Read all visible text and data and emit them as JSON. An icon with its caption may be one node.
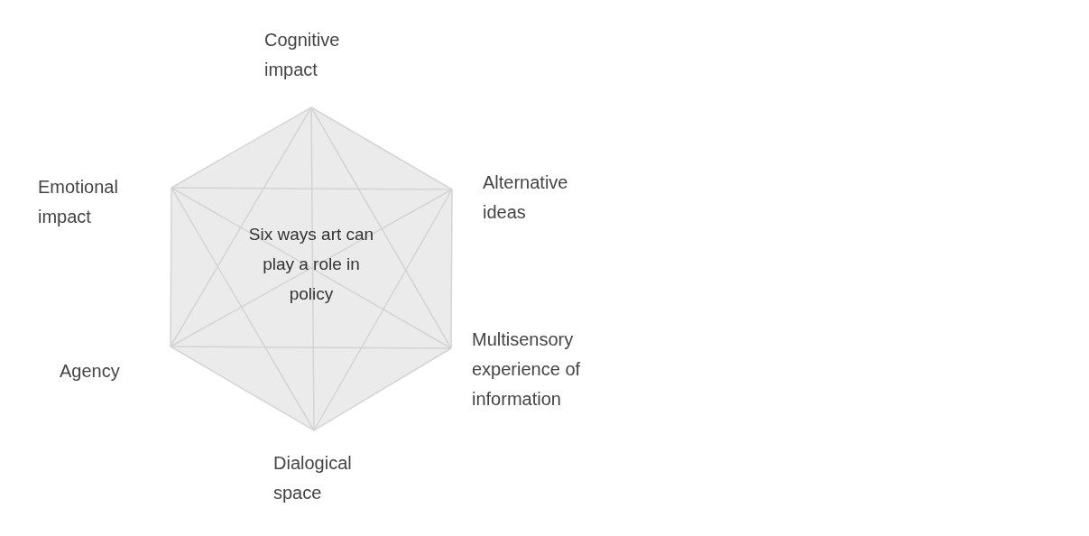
{
  "diagram": {
    "nodes": [
      {
        "text": [
          "Six ways art can play a role in policy"
        ]
      }
    ],
    "labels": [
      "Cognitive impact",
      "Alternative ideas",
      "Emotional impact",
      "Multisensory experience of information",
      "Agency",
      "Dialogical space"
    ]
  }
}
